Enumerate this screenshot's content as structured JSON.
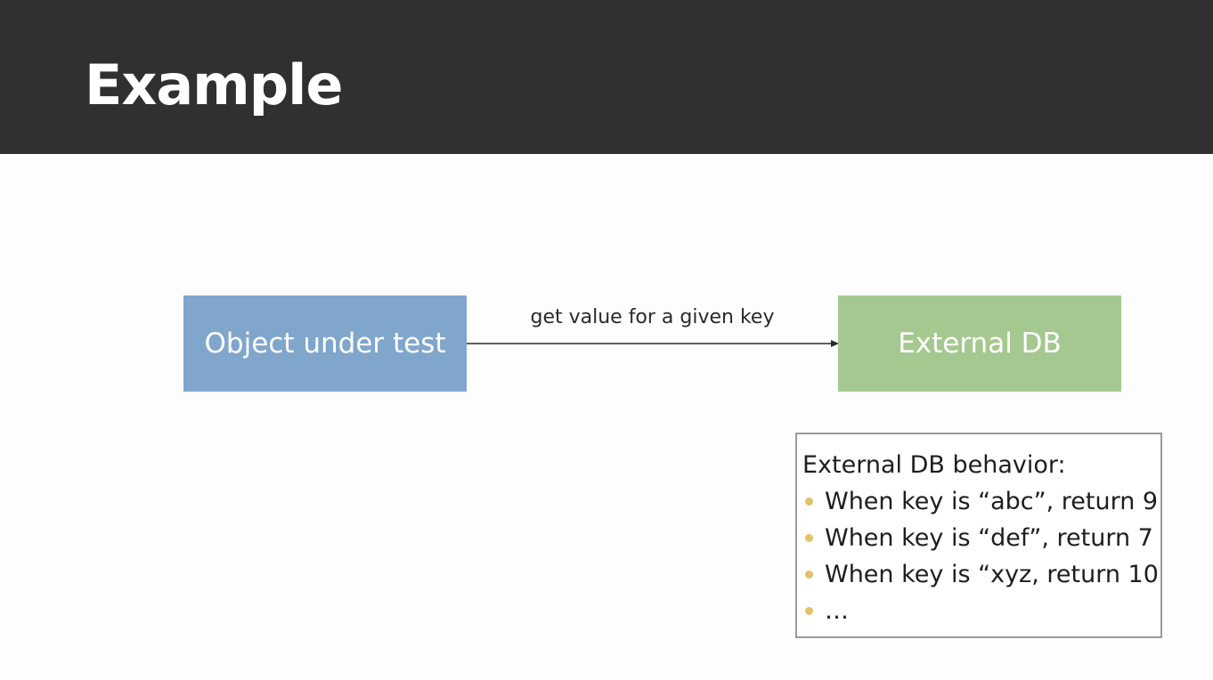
{
  "slide": {
    "title": "Example"
  },
  "diagram": {
    "source_box": "Object under test",
    "target_box": "External DB",
    "arrow_label": "get value for a given key"
  },
  "behavior": {
    "heading": "External DB behavior:",
    "items": [
      "When key is “abc”, return 9",
      "When key is “def”, return 7",
      "When key is “xyz, return 10",
      "…"
    ]
  },
  "colors": {
    "header_bg": "#303030",
    "source_box": "#80a6cc",
    "target_box": "#a4c88f",
    "bullet": "#e2c16a"
  }
}
